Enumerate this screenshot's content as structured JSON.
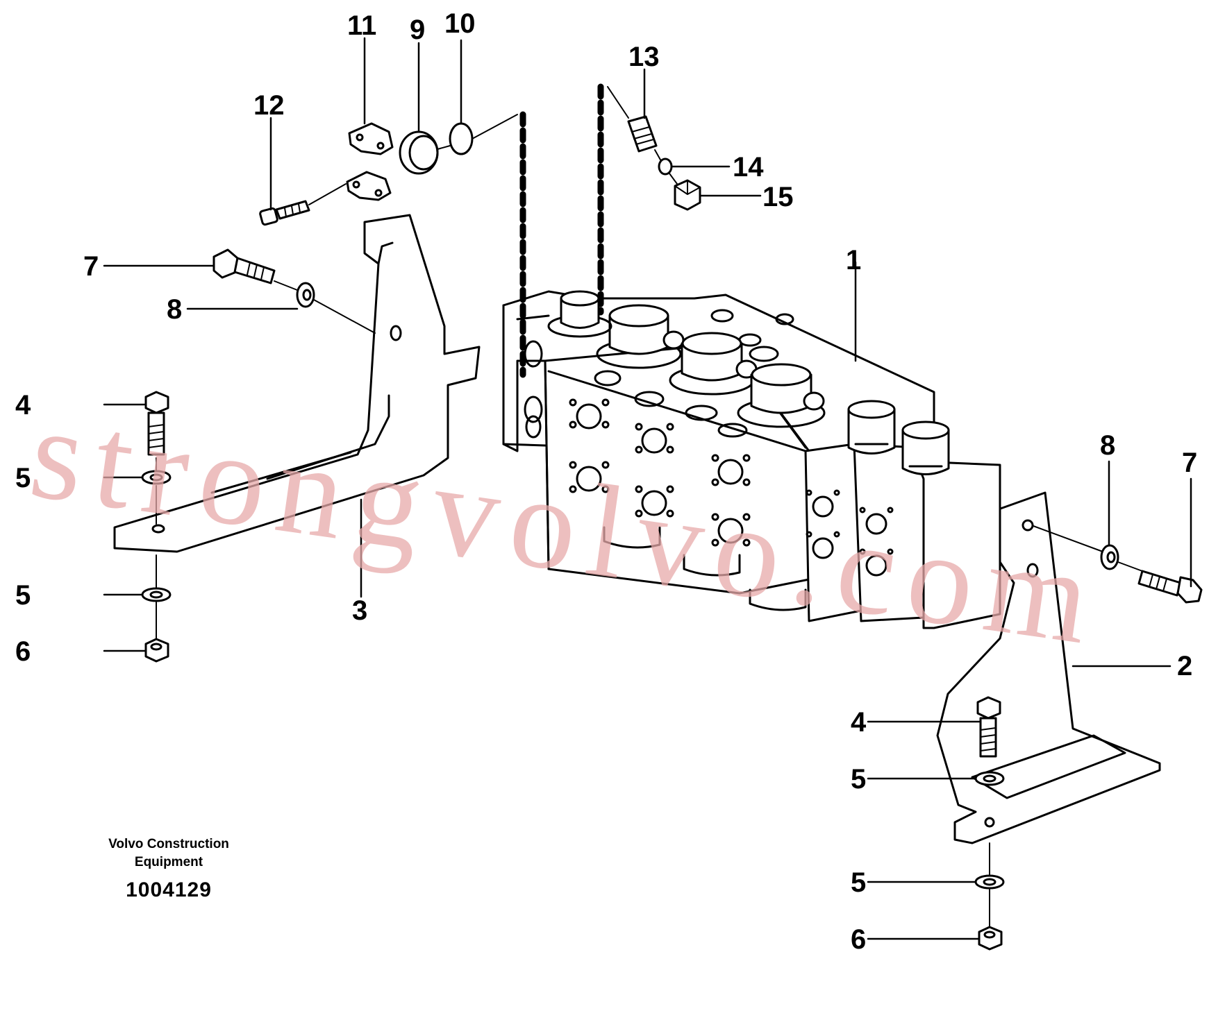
{
  "callouts": {
    "c1": "1",
    "c2": "2",
    "c3": "3",
    "c4a": "4",
    "c4b": "4",
    "c5a": "5",
    "c5b": "5",
    "c5c": "5",
    "c5d": "5",
    "c6a": "6",
    "c6b": "6",
    "c7a": "7",
    "c7b": "7",
    "c8a": "8",
    "c8b": "8",
    "c9": "9",
    "c10": "10",
    "c11": "11",
    "c12": "12",
    "c13": "13",
    "c14": "14",
    "c15": "15"
  },
  "caption": {
    "line1": "Volvo Construction",
    "line2": "Equipment",
    "number": "1004129"
  },
  "watermark": "strongvolvo.com",
  "colors": {
    "ink": "#000000",
    "watermark": "#e7a9a9",
    "background": "#ffffff"
  }
}
